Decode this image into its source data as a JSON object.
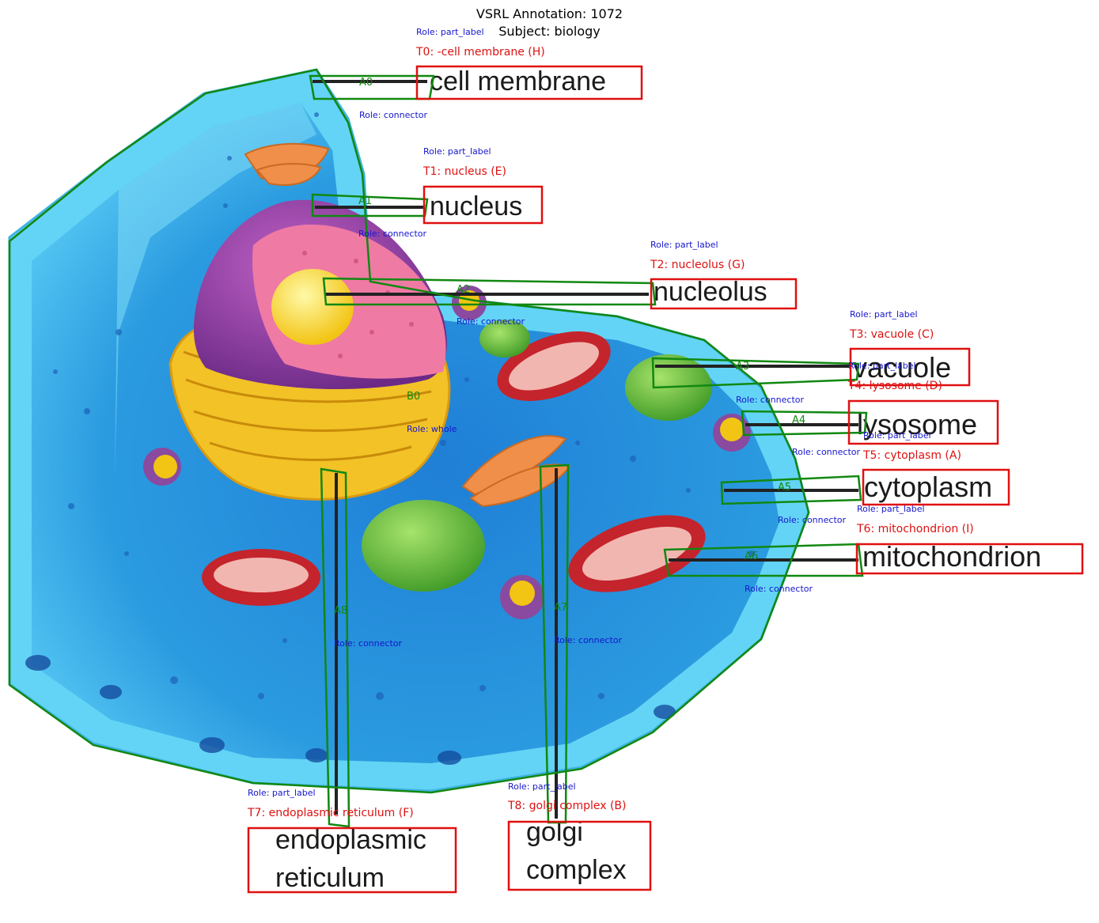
{
  "header": {
    "line1": "VSRL Annotation: 1072",
    "line2": "Subject: biology"
  },
  "colors": {
    "label_box": "#e01010",
    "region_poly": "#118811",
    "role_text": "#1515cc",
    "label_text": "#dd1111",
    "cytoplasm": "#2b9be0",
    "membrane": "#63d4f5",
    "nucleus": "#8a3d9e",
    "nucleolus": "#ffe32e",
    "er": "#f2c227",
    "mito": "#c4242c",
    "vacuole": "#6abf3a",
    "golgi": "#f08f4a"
  },
  "image_labels": {
    "cell_membrane": "cell membrane",
    "nucleus": "nucleus",
    "nucleolus": "nucleolus",
    "vacuole": "vacuole",
    "lysosome": "lysosome",
    "cytoplasm": "cytoplasm",
    "mitochondrion": "mitochondrion",
    "er_line1": "endoplasmic",
    "er_line2": "reticulum",
    "golgi_line1": "golgi",
    "golgi_line2": "complex"
  },
  "annotations": {
    "t0": {
      "role": "Role: part_label",
      "label": "T0: -cell membrane (H)"
    },
    "t1": {
      "role": "Role: part_label",
      "label": "T1: nucleus (E)"
    },
    "t2": {
      "role": "Role: part_label",
      "label": "T2: nucleolus  (G)"
    },
    "t3": {
      "role": "Role: part_label",
      "label": "T3: vacuole (C)"
    },
    "t4": {
      "role": "Role: part_label",
      "label": "T4: lysosome (D)"
    },
    "t5": {
      "role": "Role: part_label",
      "label": "T5: cytoplasm (A)"
    },
    "t6": {
      "role": "Role: part_label",
      "label": "T6: mitochondrion (I)"
    },
    "t7": {
      "role": "Role: part_label",
      "label": "T7: endoplasmic reticulum (F)"
    },
    "t8": {
      "role": "Role: part_label",
      "label": "T8: golgi complex (B)"
    },
    "a0": {
      "id": "A0",
      "role": "Role: connector"
    },
    "a1": {
      "id": "A1",
      "role": "Role: connector"
    },
    "a2": {
      "id": "A2",
      "role": "Role: connector"
    },
    "a3": {
      "id": "A3",
      "role": "Role: connector"
    },
    "a4": {
      "id": "A4",
      "role": "Role: connector"
    },
    "a5": {
      "id": "A5",
      "role": "Role: connector"
    },
    "a6": {
      "id": "A6",
      "role": "Role: connector"
    },
    "a7": {
      "id": "A7",
      "role": "Role: connector"
    },
    "a8": {
      "id": "A8",
      "role": "Role: connector"
    },
    "b0": {
      "id": "B0",
      "role": "Role: whole"
    }
  }
}
